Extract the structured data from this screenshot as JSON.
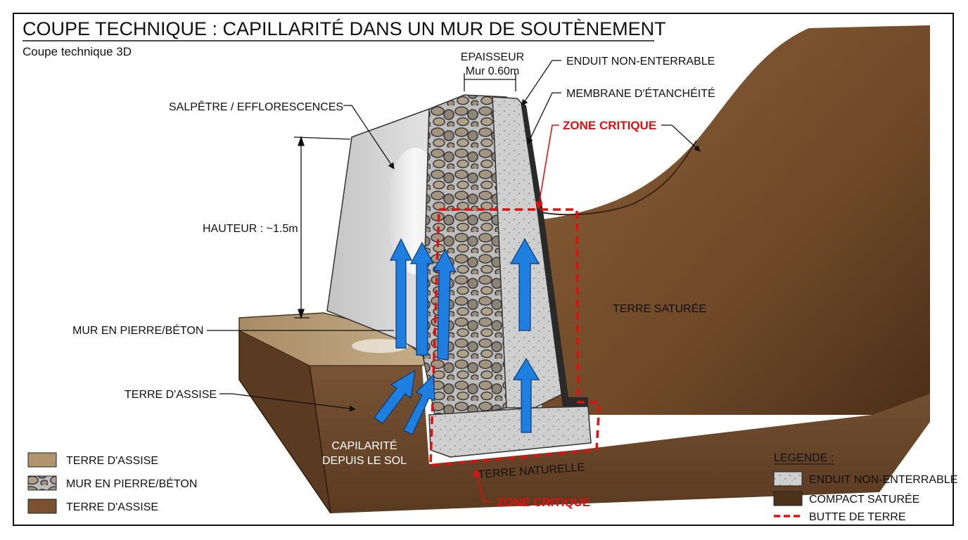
{
  "title": "COUPE TECHNIQUE : CAPILLARITÉ DANS UN MUR DE SOUTÈNEMENT",
  "subtitle": "Coupe technique 3D",
  "labels": {
    "epaisseur_1": "EPAISSEUR",
    "epaisseur_2": "Mur 0.60m",
    "enduit": "ENDUIT NON-ENTERRABLE",
    "membrane": "MEMBRANE D'ÉTANCHÉITÉ",
    "zone_critique_top": "ZONE CRITIQUE",
    "salpetre": "SALPÊTRE / EFFLORESCENCES",
    "hauteur": "HAUTEUR : ~1.5m",
    "terre_saturee": "TERRE SATURÉE",
    "mur": "MUR EN PIERRE/BÉTON",
    "terre_assise": "TERRE D'ASSISE",
    "capillarite_1": "CAPILARITÉ",
    "capillarite_2": "DEPUIS LE SOL",
    "terre_naturelle": "TERRE NATURELLE",
    "zone_critique_bottom": "ZONE CRITIQUE"
  },
  "left_legend": [
    {
      "label": "TERRE D'ASSISE",
      "swatch": "sand"
    },
    {
      "label": "MUR EN PIERRE/BÉTON",
      "swatch": "stone"
    },
    {
      "label": "TERRE D'ASSISE",
      "swatch": "soil"
    }
  ],
  "right_legend": {
    "title": "LEGENDE :",
    "items": [
      {
        "label": "ENDUIT NON-ENTERRABLE",
        "swatch": "render"
      },
      {
        "label": "COMPACT SATURÉE",
        "swatch": "dark"
      },
      {
        "label": "BUTTE DE TERRE",
        "swatch": "dash"
      }
    ]
  },
  "colors": {
    "critical": "#e01010",
    "arrow": "#1f7fe0",
    "soil": "#7a5230",
    "soil_dark": "#4e3119",
    "sand": "#b09470",
    "render": "#c8c8c8",
    "stone": "#9a8f80"
  }
}
